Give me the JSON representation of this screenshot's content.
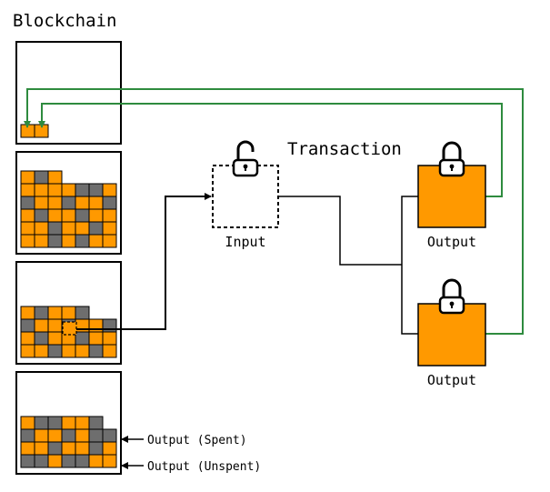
{
  "title": "Blockchain",
  "transaction_label": "Transaction",
  "input_label": "Input",
  "output_label_1": "Output",
  "output_label_2": "Output",
  "spent_label": "Output (Spent)",
  "unspent_label": "Output (Unspent)",
  "colors": {
    "orange": "#FF9900",
    "gray": "#6E6E6E",
    "green": "#2E8B3E",
    "black": "#000000"
  },
  "blocks": [
    {
      "name": "block-1",
      "rows": [
        "OO"
      ]
    },
    {
      "name": "block-2",
      "rows": [
        "OGO",
        "OOOOGGO",
        "GOOGOOG",
        "OGOOGOO",
        "OOGOOGO",
        "OOGOGOO"
      ]
    },
    {
      "name": "block-3",
      "rows": [
        "OGOOG",
        "GOOGOOG",
        "OGOOGOO",
        "OOGOOGO"
      ]
    },
    {
      "name": "block-4",
      "rows": [
        "OGGOOG",
        "GOOGOGG",
        "OOGOOGO",
        "GGOGGOO"
      ]
    }
  ]
}
